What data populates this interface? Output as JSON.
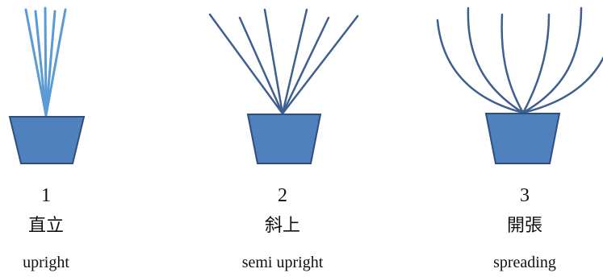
{
  "colors": {
    "pot": "#4f81bd",
    "pot_outline": "#2f4f7c",
    "upright_stems": "#5b9bd5",
    "stems_dark": "#3f5f8f"
  },
  "plants": [
    {
      "number": "1",
      "japanese": "直立",
      "english": "upright",
      "stem_shape": "straight-vertical"
    },
    {
      "number": "2",
      "japanese": "斜上",
      "english": "semi upright",
      "stem_shape": "straight-diagonal"
    },
    {
      "number": "3",
      "japanese": "開張",
      "english": "spreading",
      "stem_shape": "curved-outward"
    }
  ]
}
